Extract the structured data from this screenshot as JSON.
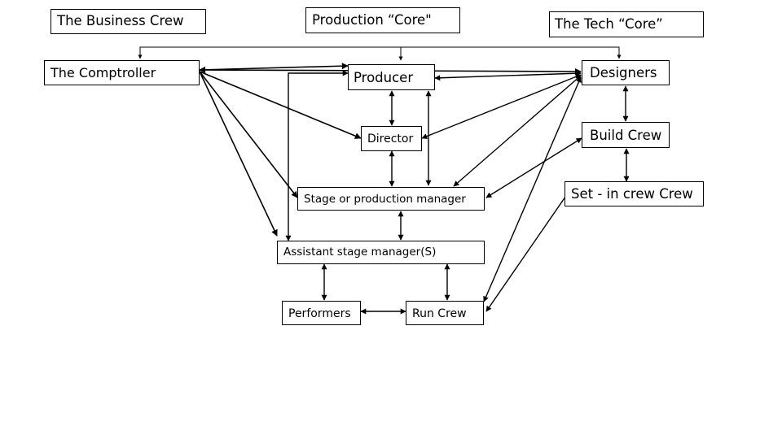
{
  "groups": {
    "business": "The Business Crew",
    "production": "Production “Core\"",
    "tech": "The Tech “Core”"
  },
  "nodes": {
    "comptroller": "The Comptroller",
    "producer": "Producer",
    "designers": "Designers",
    "director": "Director",
    "build_crew": "Build Crew",
    "set_in_crew": "Set - in crew Crew",
    "stage_manager": "Stage or production manager",
    "assistant_stage_manager": "Assistant stage manager(S)",
    "performers": "Performers",
    "run_crew": "Run Crew"
  },
  "colors": {
    "line": "#000000",
    "box_border": "#000000",
    "background": "#ffffff"
  }
}
